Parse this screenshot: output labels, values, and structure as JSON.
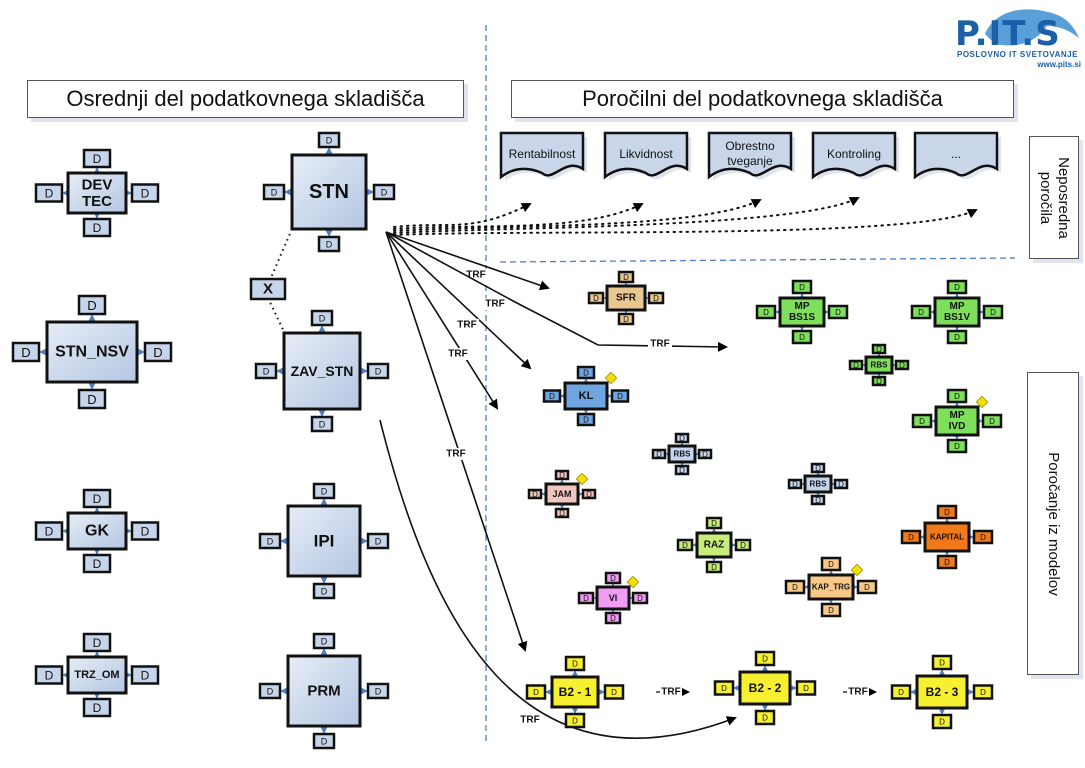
{
  "headers": {
    "core": "Osrednji del podatkovnega skladišča",
    "reporting": "Poročilni del podatkovnega skladišča"
  },
  "side_labels": {
    "direct_reports": "Neposredna poročila",
    "model_reporting": "Poročanje iz modelov"
  },
  "logo": {
    "name": "P.IT.S",
    "tagline": "POSLOVNO IT SVETOVANJE",
    "url": "www.pits.si"
  },
  "dimension_label": "D",
  "exclusion_label": "X",
  "transfer_label": "TRF",
  "colors": {
    "core_fill": "#c7d5ea",
    "kl_fill": "#6fa6e0",
    "sfr_fill": "#e8c890",
    "green_fill": "#7ee05a",
    "pink_fill": "#f2c6bf",
    "light_green_fill": "#c8ec7a",
    "magenta_fill": "#f09cf0",
    "orange_fill": "#f07a1a",
    "peach_fill": "#f8c888",
    "yellow_fill": "#f6f030",
    "rbs_fill": "#c4d6ee",
    "connector": "#4f7fc0",
    "divider": "#4f7fc0"
  },
  "reports": [
    "Rentabilnost",
    "Likvidnost",
    "Obrestno tveganje",
    "Kontroling",
    "..."
  ],
  "core_entities": [
    {
      "id": "dev_tec",
      "label": "DEV TEC"
    },
    {
      "id": "stn_nsv",
      "label": "STN_NSV"
    },
    {
      "id": "gk",
      "label": "GK"
    },
    {
      "id": "trz_om",
      "label": "TRZ_OM"
    },
    {
      "id": "stn",
      "label": "STN"
    },
    {
      "id": "zav_stn",
      "label": "ZAV_STN"
    },
    {
      "id": "ipi",
      "label": "IPI"
    },
    {
      "id": "prm",
      "label": "PRM"
    }
  ],
  "model_entities": [
    {
      "id": "sfr",
      "label": "SFR"
    },
    {
      "id": "kl",
      "label": "KL"
    },
    {
      "id": "mp_bs1s",
      "label": "MP BS1S"
    },
    {
      "id": "mp_bs1v",
      "label": "MP BS1V"
    },
    {
      "id": "rbs1",
      "label": "RBS"
    },
    {
      "id": "mp_ivd",
      "label": "MP IVD"
    },
    {
      "id": "rbs2",
      "label": "RBS"
    },
    {
      "id": "rbs3",
      "label": "RBS"
    },
    {
      "id": "jam",
      "label": "JAM"
    },
    {
      "id": "raz",
      "label": "RAZ"
    },
    {
      "id": "kapital",
      "label": "KAPITAL"
    },
    {
      "id": "vi",
      "label": "VI"
    },
    {
      "id": "kap_trg",
      "label": "KAP_TRG"
    },
    {
      "id": "b2_1",
      "label": "B2 - 1"
    },
    {
      "id": "b2_2",
      "label": "B2 - 2"
    },
    {
      "id": "b2_3",
      "label": "B2 - 3"
    }
  ]
}
